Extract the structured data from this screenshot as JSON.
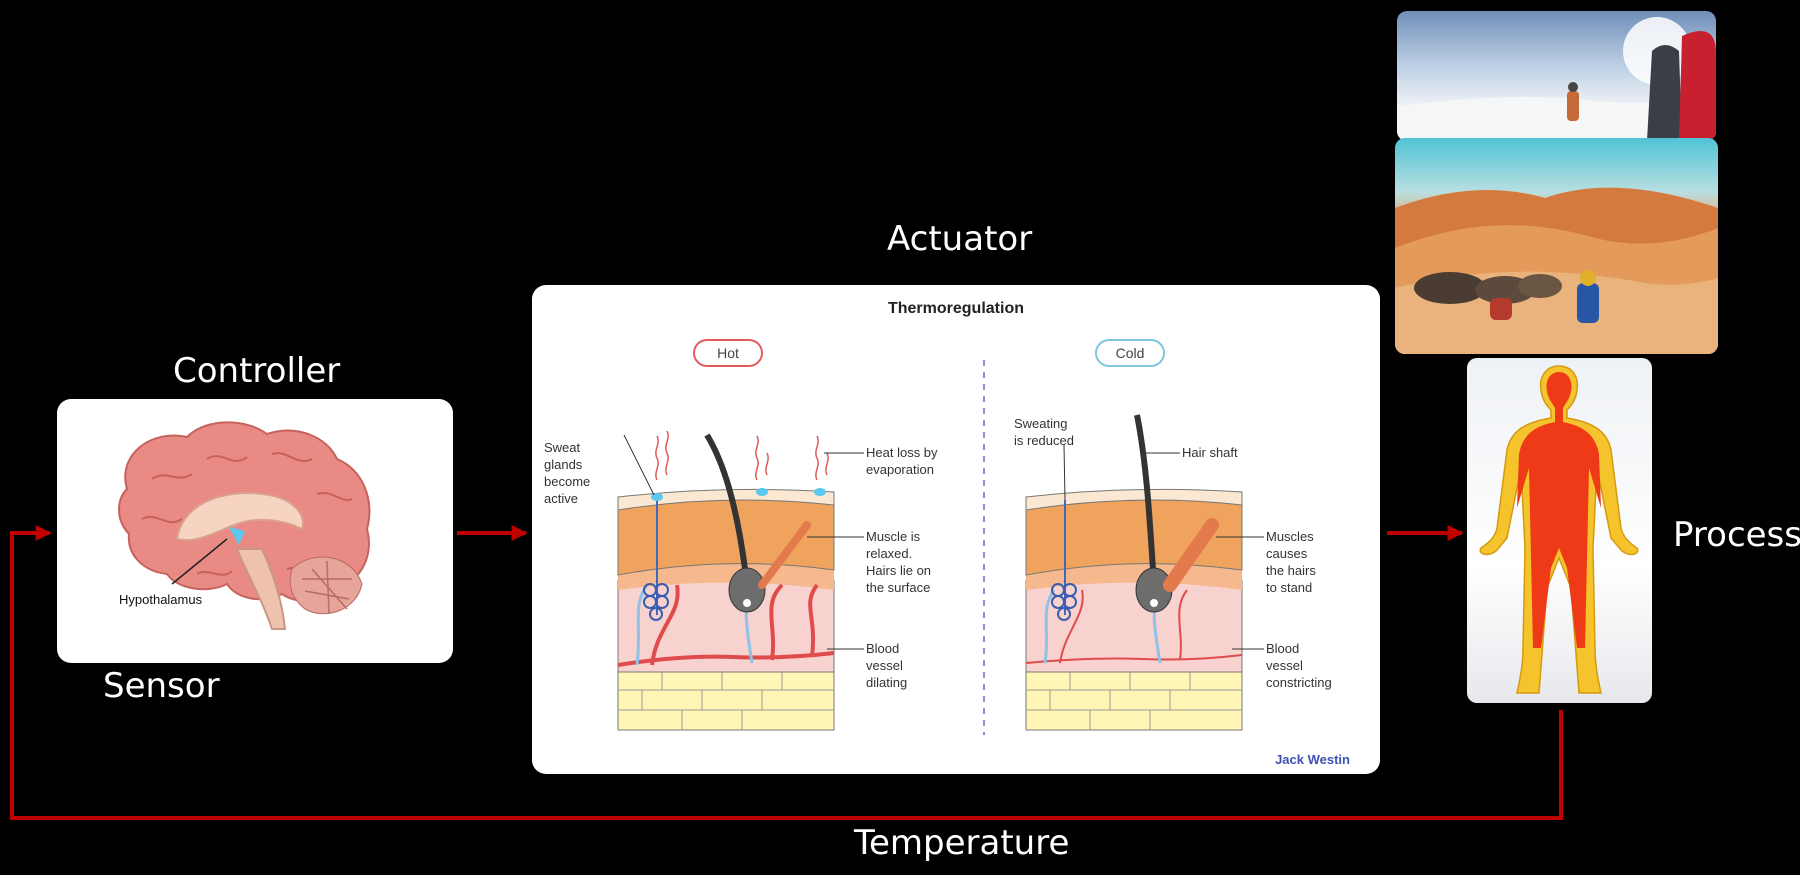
{
  "labels": {
    "controller": "Controller",
    "sensor": "Sensor",
    "actuator": "Actuator",
    "process": "Process",
    "temperature": "Temperature"
  },
  "brain": {
    "hypothalamus_label": "Hypothalamus"
  },
  "thermo": {
    "title": "Thermoregulation",
    "hot": {
      "badge": "Hot",
      "sweat": [
        "Sweat",
        "glands",
        "become",
        "active"
      ],
      "heat_loss": [
        "Heat loss by",
        "evaporation"
      ],
      "muscle": [
        "Muscle is",
        "relaxed.",
        "Hairs lie on",
        "the surface"
      ],
      "blood": [
        "Blood",
        "vessel",
        "dilating"
      ]
    },
    "cold": {
      "badge": "Cold",
      "sweat": [
        "Sweating",
        "is reduced"
      ],
      "hair": [
        "Hair shaft"
      ],
      "muscle": [
        "Muscles",
        "causes",
        "the hairs",
        "to stand"
      ],
      "blood": [
        "Blood",
        "vessel",
        "constricting"
      ]
    },
    "credit": "Jack Westin"
  },
  "colors": {
    "arrow": "#c00000",
    "hot_badge": "#e15b5b",
    "cold_badge": "#7cc6de",
    "credit": "#3f51b5",
    "skin_orange": "#f0a35c",
    "body_red": "#ee3a17",
    "body_yellow": "#f5c32b"
  }
}
